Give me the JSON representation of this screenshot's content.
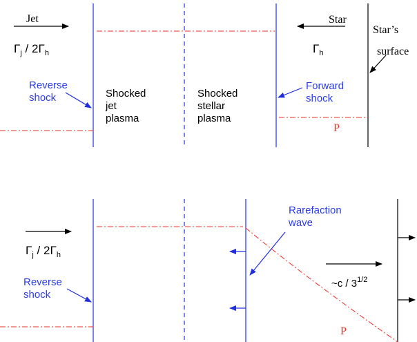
{
  "colors": {
    "line_black": "#000000",
    "line_blue": "#1f2ee0",
    "dash_red": "#e8322a",
    "text_blue": "#2b3ce6",
    "text_red": "#e8322a"
  },
  "top": {
    "jet_label": "Jet",
    "star_label": "Star",
    "stars_surface_line1": "Star’s",
    "stars_surface_line2": "surface",
    "gamma_jet": {
      "base": "Γ",
      "sub": "j",
      "mid": " / 2Γ",
      "sub2": "h"
    },
    "gamma_head": {
      "base": "Γ",
      "sub": "h"
    },
    "reverse_shock": {
      "line1": "Reverse",
      "line2": "shock"
    },
    "shocked_jet": {
      "line1": "Shocked",
      "line2": "jet",
      "line3": "plasma"
    },
    "shocked_stellar": {
      "line1": "Shocked",
      "line2": "stellar",
      "line3": "plasma"
    },
    "forward_shock": {
      "line1": "Forward",
      "line2": "shock"
    },
    "pressure_label": "P"
  },
  "bottom": {
    "gamma_jet": {
      "base": "Γ",
      "sub": "j",
      "mid": " / 2Γ",
      "sub2": "h"
    },
    "rarefaction": {
      "line1": "Rarefaction",
      "line2": "wave"
    },
    "reverse_shock": {
      "line1": "Reverse",
      "line2": "shock"
    },
    "speed_label": {
      "base": "~c / 3",
      "sup": "1/2"
    },
    "pressure_label": "P"
  }
}
